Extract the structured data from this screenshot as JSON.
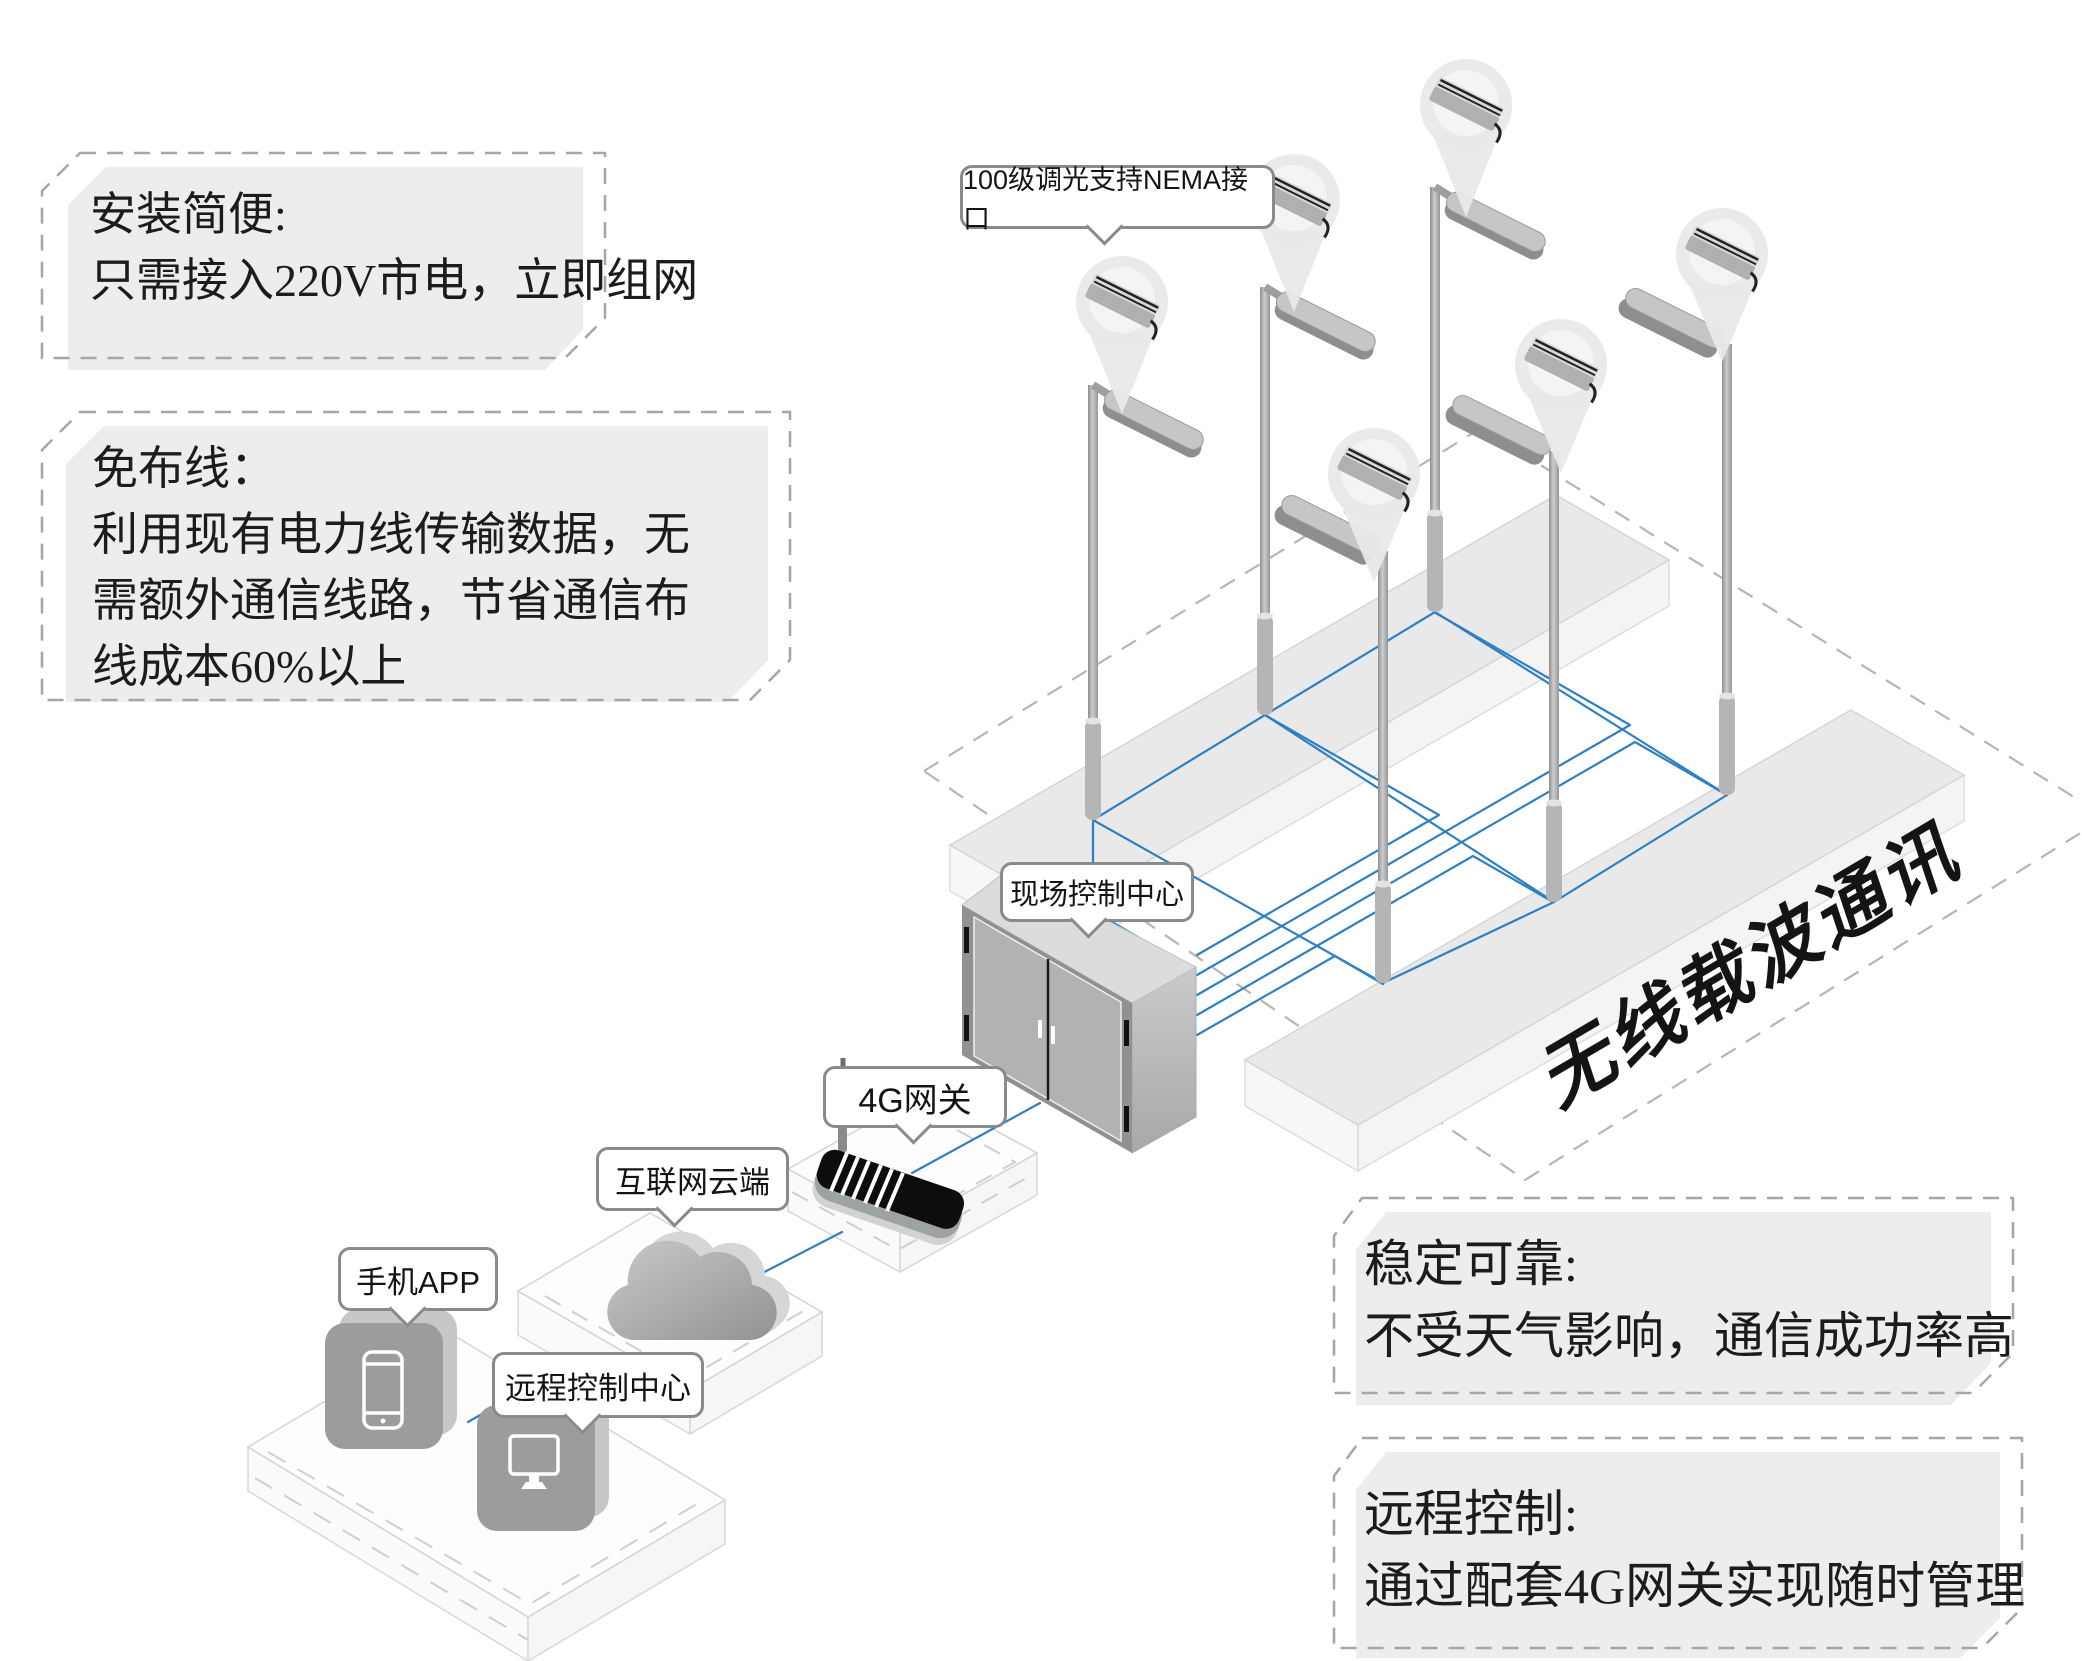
{
  "info_boxes": {
    "install": {
      "title": "安装简便:",
      "body": "只需接入220V市电，立即组网"
    },
    "no_wiring": {
      "title": "免布线：",
      "body": "利用现有电力线传输数据，无需额外通信线路，节省通信布线成本60%以上"
    },
    "reliable": {
      "title": "稳定可靠:",
      "body": "不受天气影响，通信成功率高"
    },
    "remote": {
      "title": "远程控制:",
      "body": "通过配套4G网关实现随时管理"
    }
  },
  "labels": {
    "nema": "100级调光支持NEMA接口",
    "site_control": "现场控制中心",
    "gateway": "4G网关",
    "cloud": "互联网云端",
    "phone_app": "手机APP",
    "remote_center": "远程控制中心",
    "carrier_text": "无线载波通讯"
  },
  "colors": {
    "cable_blue": "#2f80c3",
    "box_fill": "#ededed",
    "box_dash": "#a6a6a6",
    "bubble_border": "#8a8a8a"
  }
}
